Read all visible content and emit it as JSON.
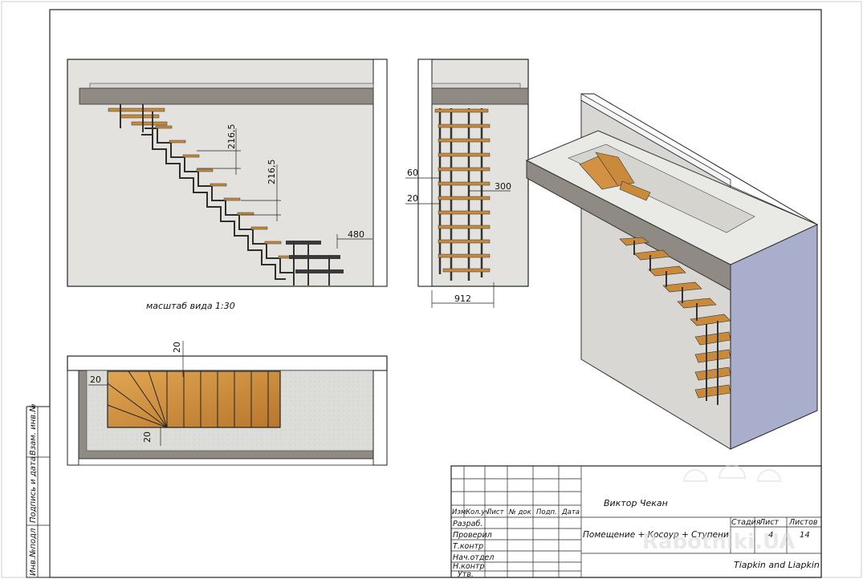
{
  "dims": {
    "rise1": "216,5",
    "rise2": "216,5",
    "landing": "480",
    "d60": "60",
    "d20_side": "20",
    "d300": "300",
    "d912": "912",
    "plan_top": "20",
    "plan_left": "20",
    "plan_bottom": "20"
  },
  "scale_label": "масштаб вида 1:30",
  "left_strip": {
    "inv_podl": "Инв.№подл",
    "podp_data": "Подпись и дата",
    "vzam": "Взам. инв.№"
  },
  "title_block": {
    "col_izm": "Изм.",
    "col_kol": "Кол.уч",
    "col_list": "Лист",
    "col_doc": "№ док",
    "col_podp": "Подп.",
    "col_data": "Дата",
    "row_razrab": "Разраб.",
    "row_proveril": "Проверил",
    "row_tkontr": "Т.контр",
    "row_nachotdel": "Нач.отдел",
    "row_nkontr": "Н.контр",
    "row_utv": "Утв.",
    "author": "Виктор Чекан",
    "doc_title": "Помещение + Косоур + Ступени",
    "stadia_label": "Стадия",
    "list_label": "Лист",
    "listov_label": "Листов",
    "list_value": "4",
    "listov_value": "14",
    "org": "Tiapkin and Liapkin"
  },
  "watermark": "Rabotniki.UA",
  "colors": {
    "wall": "#e4e2de",
    "slab": "#8f8a83",
    "wood": "#c98a3c",
    "steel": "#3a3a3a",
    "floor": "#e9e9e6",
    "sidewall": "#a9aecd"
  }
}
